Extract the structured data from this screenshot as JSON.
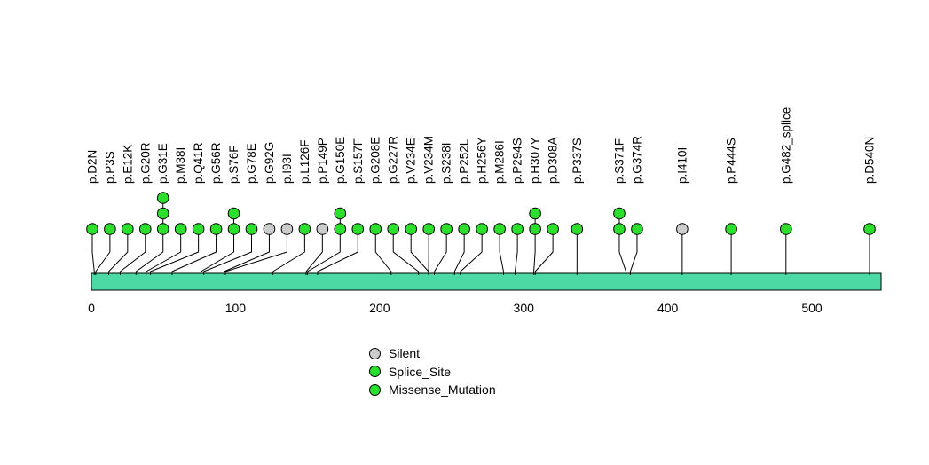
{
  "chart_data": {
    "type": "lollipop",
    "title": "",
    "xlabel": "",
    "ylabel": "",
    "protein_length": 548,
    "xlim": [
      0,
      548
    ],
    "x_ticks": [
      0,
      100,
      200,
      300,
      400,
      500
    ],
    "grid": false,
    "legend_position": "bottom-center",
    "bar_color": "#4BD9A6",
    "colors": {
      "Silent": "#CCCCCC",
      "Splice_Site": "#2CDF2C",
      "Missense_Mutation": "#2CDF2C"
    },
    "legend": [
      {
        "label": "Silent",
        "color": "#CCCCCC"
      },
      {
        "label": "Splice_Site",
        "color": "#2CDF2C"
      },
      {
        "label": "Missense_Mutation",
        "color": "#2CDF2C"
      }
    ],
    "mutations": [
      {
        "label": "p.D2N",
        "pos": 2,
        "count": 1,
        "type": "Missense_Mutation"
      },
      {
        "label": "p.P3S",
        "pos": 3,
        "count": 1,
        "type": "Missense_Mutation"
      },
      {
        "label": "p.E12K",
        "pos": 12,
        "count": 1,
        "type": "Missense_Mutation"
      },
      {
        "label": "p.G20R",
        "pos": 20,
        "count": 1,
        "type": "Missense_Mutation"
      },
      {
        "label": "p.G31E",
        "pos": 31,
        "count": 3,
        "type": "Missense_Mutation"
      },
      {
        "label": "p.M38I",
        "pos": 38,
        "count": 1,
        "type": "Missense_Mutation"
      },
      {
        "label": "p.Q41R",
        "pos": 41,
        "count": 1,
        "type": "Missense_Mutation"
      },
      {
        "label": "p.G56R",
        "pos": 56,
        "count": 1,
        "type": "Missense_Mutation"
      },
      {
        "label": "p.S76F",
        "pos": 76,
        "count": 2,
        "type": "Missense_Mutation"
      },
      {
        "label": "p.G78E",
        "pos": 78,
        "count": 1,
        "type": "Missense_Mutation"
      },
      {
        "label": "p.G92G",
        "pos": 92,
        "count": 1,
        "type": "Silent"
      },
      {
        "label": "p.I93I",
        "pos": 93,
        "count": 1,
        "type": "Silent"
      },
      {
        "label": "p.L126F",
        "pos": 126,
        "count": 1,
        "type": "Missense_Mutation"
      },
      {
        "label": "p.P149P",
        "pos": 149,
        "count": 1,
        "type": "Silent"
      },
      {
        "label": "p.G150E",
        "pos": 150,
        "count": 2,
        "type": "Missense_Mutation"
      },
      {
        "label": "p.S157F",
        "pos": 157,
        "count": 1,
        "type": "Missense_Mutation"
      },
      {
        "label": "p.G208E",
        "pos": 208,
        "count": 1,
        "type": "Missense_Mutation"
      },
      {
        "label": "p.G227R",
        "pos": 227,
        "count": 1,
        "type": "Missense_Mutation"
      },
      {
        "label": "p.V234E",
        "pos": 234,
        "count": 1,
        "type": "Missense_Mutation"
      },
      {
        "label": "p.V234M",
        "pos": 234,
        "count": 1,
        "type": "Missense_Mutation"
      },
      {
        "label": "p.S238I",
        "pos": 238,
        "count": 1,
        "type": "Missense_Mutation"
      },
      {
        "label": "p.P252L",
        "pos": 252,
        "count": 1,
        "type": "Missense_Mutation"
      },
      {
        "label": "p.H256Y",
        "pos": 256,
        "count": 1,
        "type": "Missense_Mutation"
      },
      {
        "label": "p.M286I",
        "pos": 286,
        "count": 1,
        "type": "Missense_Mutation"
      },
      {
        "label": "p.P294S",
        "pos": 294,
        "count": 1,
        "type": "Missense_Mutation"
      },
      {
        "label": "p.H307Y",
        "pos": 307,
        "count": 2,
        "type": "Missense_Mutation"
      },
      {
        "label": "p.D308A",
        "pos": 308,
        "count": 1,
        "type": "Missense_Mutation"
      },
      {
        "label": "p.P337S",
        "pos": 337,
        "count": 1,
        "type": "Missense_Mutation"
      },
      {
        "label": "p.S371F",
        "pos": 371,
        "count": 2,
        "type": "Missense_Mutation"
      },
      {
        "label": "p.G374R",
        "pos": 374,
        "count": 1,
        "type": "Missense_Mutation"
      },
      {
        "label": "p.I410I",
        "pos": 410,
        "count": 1,
        "type": "Silent"
      },
      {
        "label": "p.P444S",
        "pos": 444,
        "count": 1,
        "type": "Missense_Mutation"
      },
      {
        "label": "p.G482_splice",
        "pos": 482,
        "count": 1,
        "type": "Splice_Site"
      },
      {
        "label": "p.D540N",
        "pos": 540,
        "count": 1,
        "type": "Missense_Mutation"
      }
    ]
  }
}
